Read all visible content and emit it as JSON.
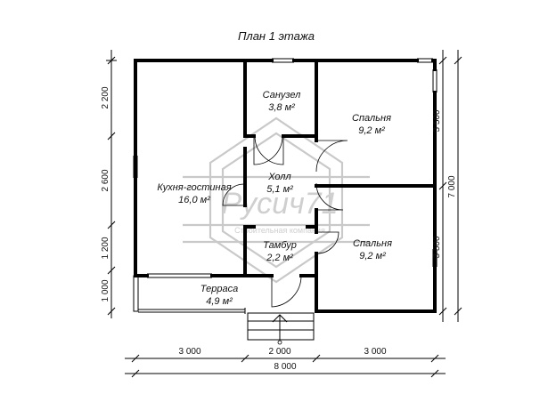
{
  "title": "План 1 этажа",
  "rooms": {
    "bath": {
      "name": "Санузел",
      "area": "3,8 м²"
    },
    "bed1": {
      "name": "Спальня",
      "area": "9,2 м²"
    },
    "kitchen": {
      "name": "Кухня-гостиная",
      "area": "16,0 м²"
    },
    "hall": {
      "name": "Холл",
      "area": "5,1 м²"
    },
    "vestibule": {
      "name": "Тамбур",
      "area": "2,2 м²"
    },
    "bed2": {
      "name": "Спальня",
      "area": "9,2 м²"
    },
    "terrace": {
      "name": "Терраса",
      "area": "4,9 м²"
    }
  },
  "dims": {
    "left": [
      "2 200",
      "2 600",
      "1 200",
      "1 000"
    ],
    "right_inner": [
      "3 500",
      "3 500"
    ],
    "right_outer": "7 000",
    "bottom": [
      "3 000",
      "2 000",
      "3 000"
    ],
    "bottom_total": "8 000"
  },
  "watermark": {
    "brand": "Русич71",
    "tagline": "Строительная компания"
  }
}
